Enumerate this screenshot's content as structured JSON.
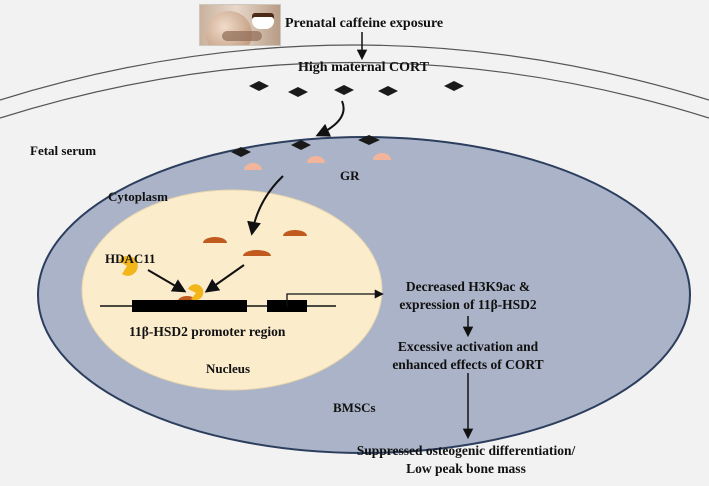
{
  "labels": {
    "prenatal_caffeine": "Prenatal caffeine exposure",
    "high_maternal_cort": "High maternal CORT",
    "fetal_serum": "Fetal serum",
    "gr": "GR",
    "cytoplasm": "Cytoplasm",
    "hdac11": "HDAC11",
    "promoter_region": "11β-HSD2 promoter region",
    "nucleus": "Nucleus",
    "decreased_line1": "Decreased H3K9ac &",
    "decreased_line2": "expression of 11β-HSD2",
    "excessive_line1": "Excessive activation and",
    "excessive_line2": "enhanced effects of CORT",
    "bmscs": "BMSCs",
    "suppressed_line1": "Suppressed osteogenic differentiation/",
    "suppressed_line2": "Low peak bone mass"
  },
  "colors": {
    "background": "#f2f2f2",
    "cell_fill": "#aab3c7",
    "cell_stroke": "#2c3e5e",
    "nucleus_fill": "#fbeccc",
    "cort_diamond": "#1a1a1a",
    "gr_receptor": "#f2b49a",
    "bound_receptor": "#c05a1e",
    "hdac11": "#f2b51a",
    "gene_bar": "#000000"
  },
  "icons": {
    "photo": "pregnant-woman-with-coffee-photo",
    "cort": "cort-molecule-diamond",
    "receptor": "gr-receptor-half-dome"
  }
}
